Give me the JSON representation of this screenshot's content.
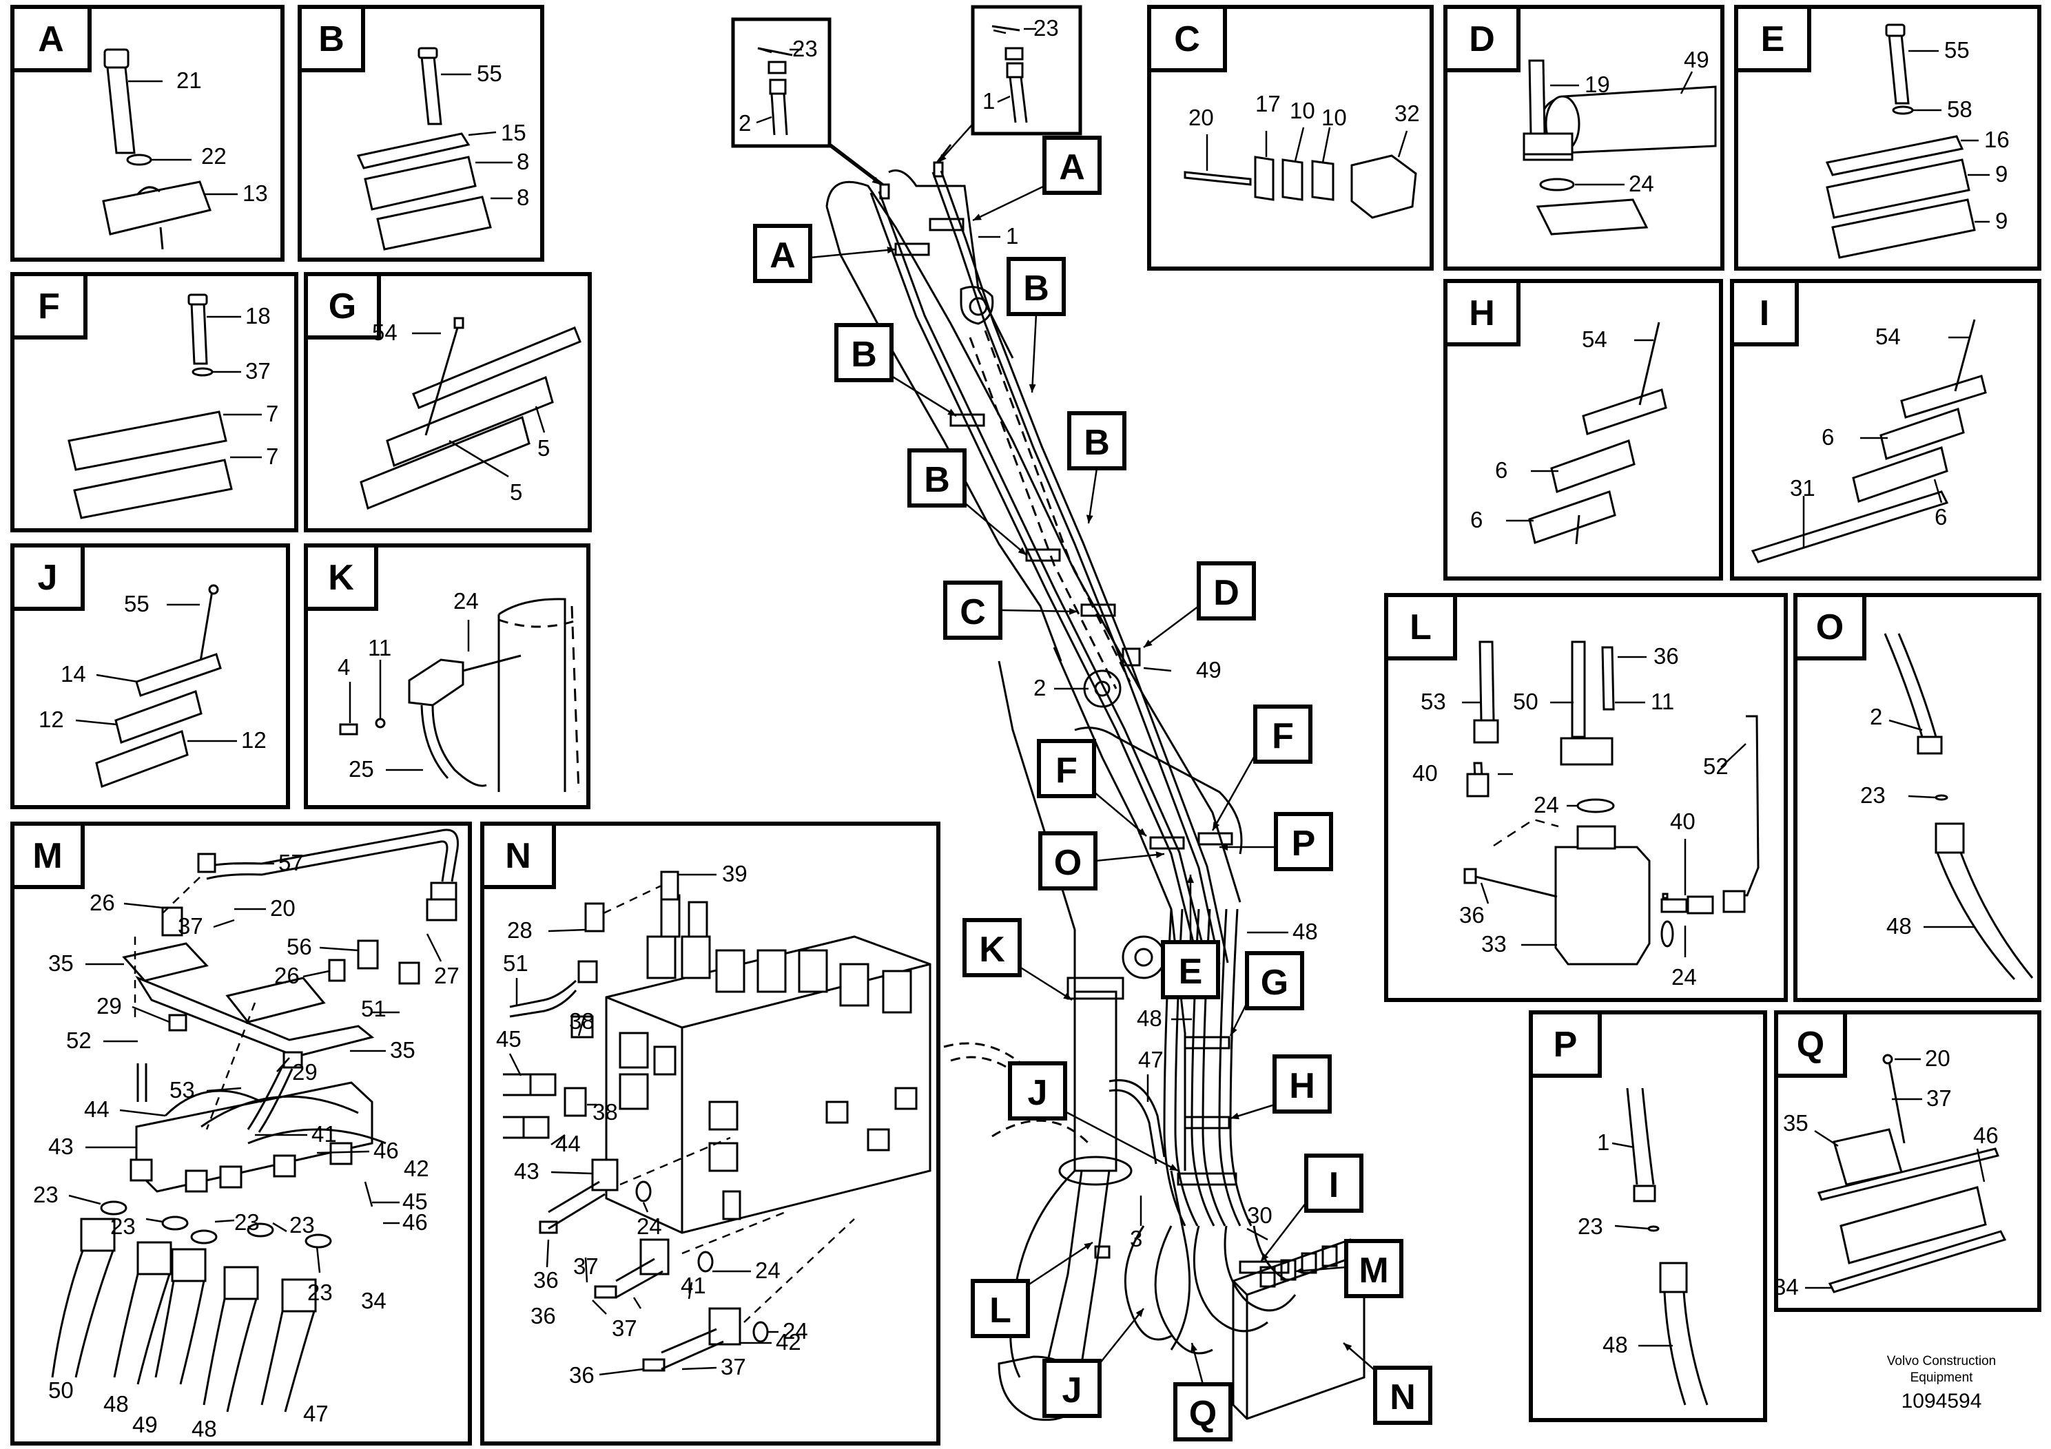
{
  "panels": [
    {
      "letter": "A",
      "labels": [
        "21",
        "22",
        "13"
      ]
    },
    {
      "letter": "B",
      "labels": [
        "55",
        "15",
        "8",
        "8"
      ]
    },
    {
      "letter": "C",
      "labels": [
        "20",
        "17",
        "10",
        "10",
        "32"
      ]
    },
    {
      "letter": "D",
      "labels": [
        "19",
        "49",
        "24"
      ]
    },
    {
      "letter": "E",
      "labels": [
        "55",
        "58",
        "16",
        "9",
        "9"
      ]
    },
    {
      "letter": "F",
      "labels": [
        "18",
        "37",
        "7",
        "7"
      ]
    },
    {
      "letter": "G",
      "labels": [
        "54",
        "5",
        "5"
      ]
    },
    {
      "letter": "H",
      "labels": [
        "54",
        "6",
        "6"
      ]
    },
    {
      "letter": "I",
      "labels": [
        "54",
        "6",
        "31",
        "6"
      ]
    },
    {
      "letter": "J",
      "labels": [
        "55",
        "14",
        "12",
        "12"
      ]
    },
    {
      "letter": "K",
      "labels": [
        "24",
        "4",
        "11",
        "25"
      ]
    },
    {
      "letter": "L",
      "labels": [
        "36",
        "53",
        "50",
        "11",
        "40",
        "24",
        "52",
        "40",
        "36",
        "33",
        "24"
      ]
    },
    {
      "letter": "O",
      "labels": [
        "2",
        "23",
        "48"
      ]
    },
    {
      "letter": "M",
      "labels": [
        "57",
        "26",
        "37",
        "20",
        "35",
        "56",
        "26",
        "27",
        "29",
        "51",
        "52",
        "35",
        "53",
        "29",
        "44",
        "41",
        "43",
        "46",
        "42",
        "23",
        "23",
        "23",
        "45",
        "23",
        "46",
        "34",
        "23",
        "50",
        "48",
        "49",
        "48",
        "47"
      ]
    },
    {
      "letter": "N",
      "labels": [
        "39",
        "28",
        "51",
        "45",
        "38",
        "38",
        "44",
        "43",
        "24",
        "36",
        "37",
        "24",
        "41",
        "24",
        "36",
        "37",
        "42",
        "36",
        "37"
      ]
    },
    {
      "letter": "P",
      "labels": [
        "1",
        "23",
        "48"
      ]
    },
    {
      "letter": "Q",
      "labels": [
        "20",
        "37",
        "35",
        "46",
        "34"
      ]
    }
  ],
  "main": {
    "callouts": [
      "A",
      "A",
      "B",
      "B",
      "B",
      "B",
      "C",
      "D",
      "F",
      "F",
      "O",
      "P",
      "E",
      "G",
      "K",
      "H",
      "J",
      "L",
      "J",
      "I",
      "M",
      "Q",
      "N"
    ],
    "numbers": [
      "23",
      "2",
      "23",
      "1",
      "1",
      "2",
      "49",
      "48",
      "48",
      "47",
      "3",
      "30"
    ]
  },
  "footer": {
    "company": "Volvo Construction Equipment",
    "company_line1": "Volvo Construction",
    "company_line2": "Equipment",
    "doc_number": "1094594"
  }
}
